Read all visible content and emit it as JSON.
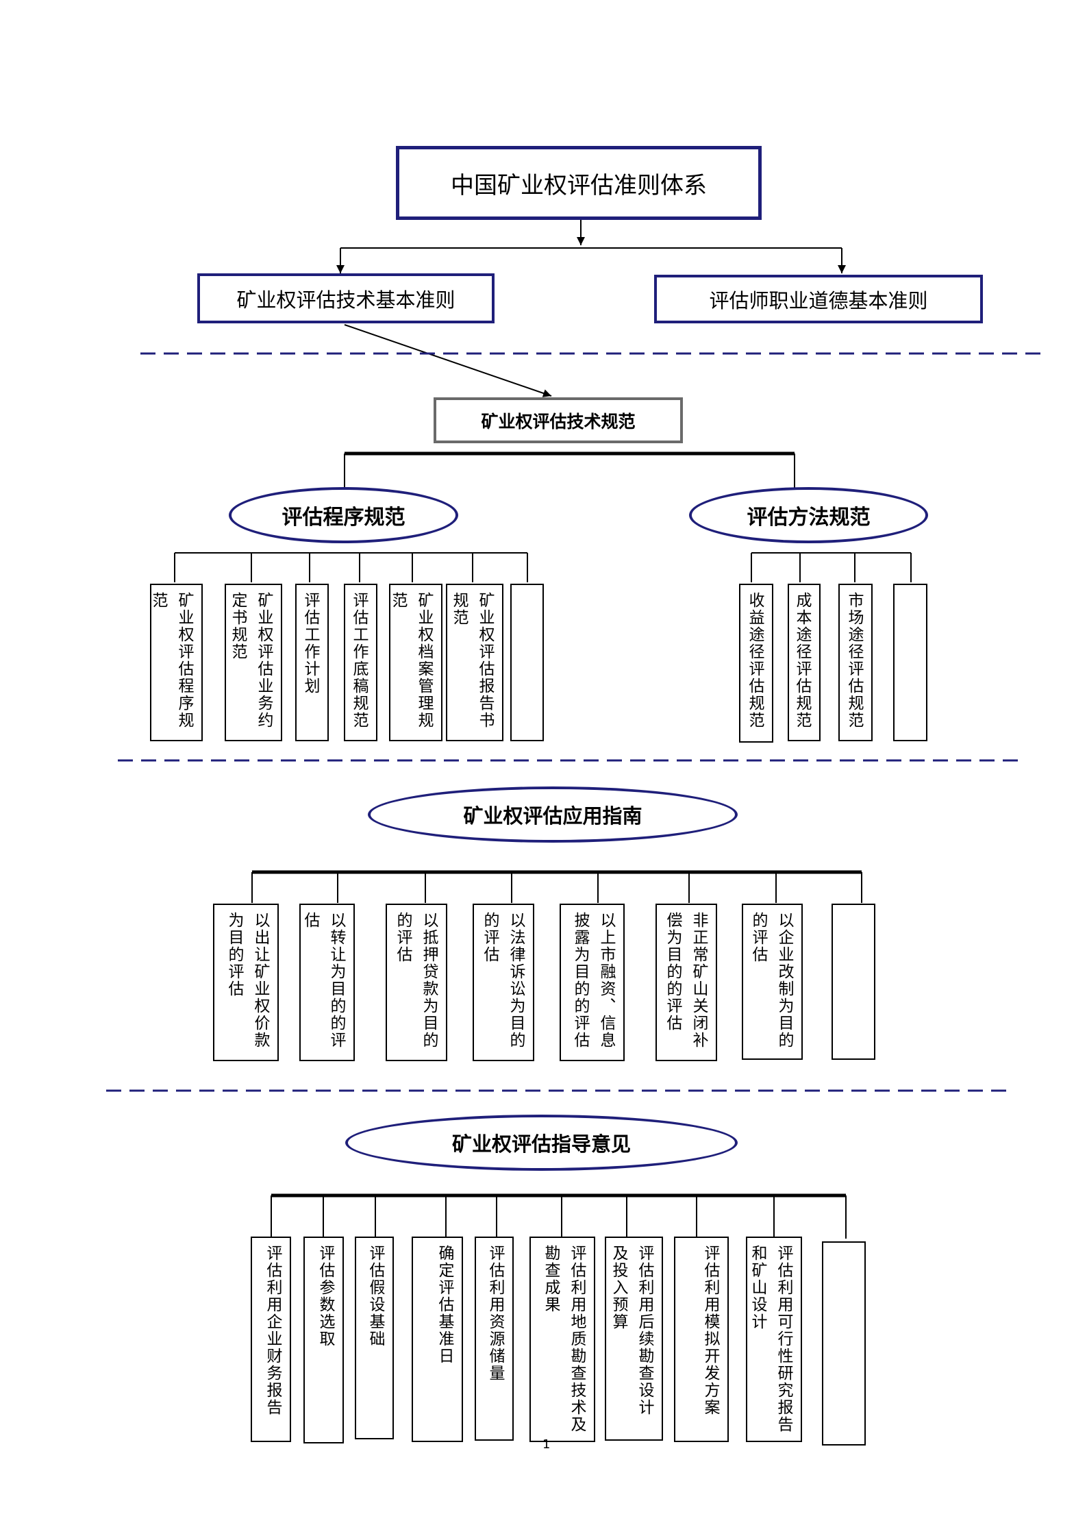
{
  "title": "中国矿业权评估准则体系",
  "level1": {
    "left": "矿业权评估技术基本准则",
    "right": "评估师职业道德基本准则"
  },
  "tech_spec": {
    "title": "矿业权评估技术规范",
    "procedure": {
      "title": "评估程序规范",
      "items": [
        "矿业权评估程序规范",
        "矿业权评估业务约定书规范",
        "评估工作计划",
        "评估工作底稿规范",
        "矿业权档案管理规范",
        "矿业权评估报告书规范",
        ""
      ]
    },
    "method": {
      "title": "评估方法规范",
      "items": [
        "收益途径评估规范",
        "成本途径评估规范",
        "市场途径评估规范",
        ""
      ]
    }
  },
  "guide": {
    "title": "矿业权评估应用指南",
    "items": [
      "以出让矿业权价款为目的评估",
      "以转让为目的的评估",
      "以抵押贷款为目的的评估",
      "以法律诉讼为目的的评估",
      "以上市融资、信息披露为目的的评估",
      "非正常矿山关闭补偿为目的的评估",
      "以企业改制为目的的评估",
      ""
    ]
  },
  "opinion": {
    "title": "矿业权评估指导意见",
    "items": [
      "评估利用企业财务报告",
      "评估参数选取",
      "评估假设基础",
      "确定评估基准日",
      "评估利用资源储量",
      "评估利用地质勘查技术及勘查成果",
      "评估利用后续勘查设计及投入预算",
      "评估利用模拟开发方案",
      "评估利用可行性研究报告和矿山设计",
      ""
    ]
  },
  "page_number": "1",
  "colors": {
    "navy": "#1f1f7a",
    "gray": "#6a6a6a",
    "dash": "#1f1f7a"
  }
}
